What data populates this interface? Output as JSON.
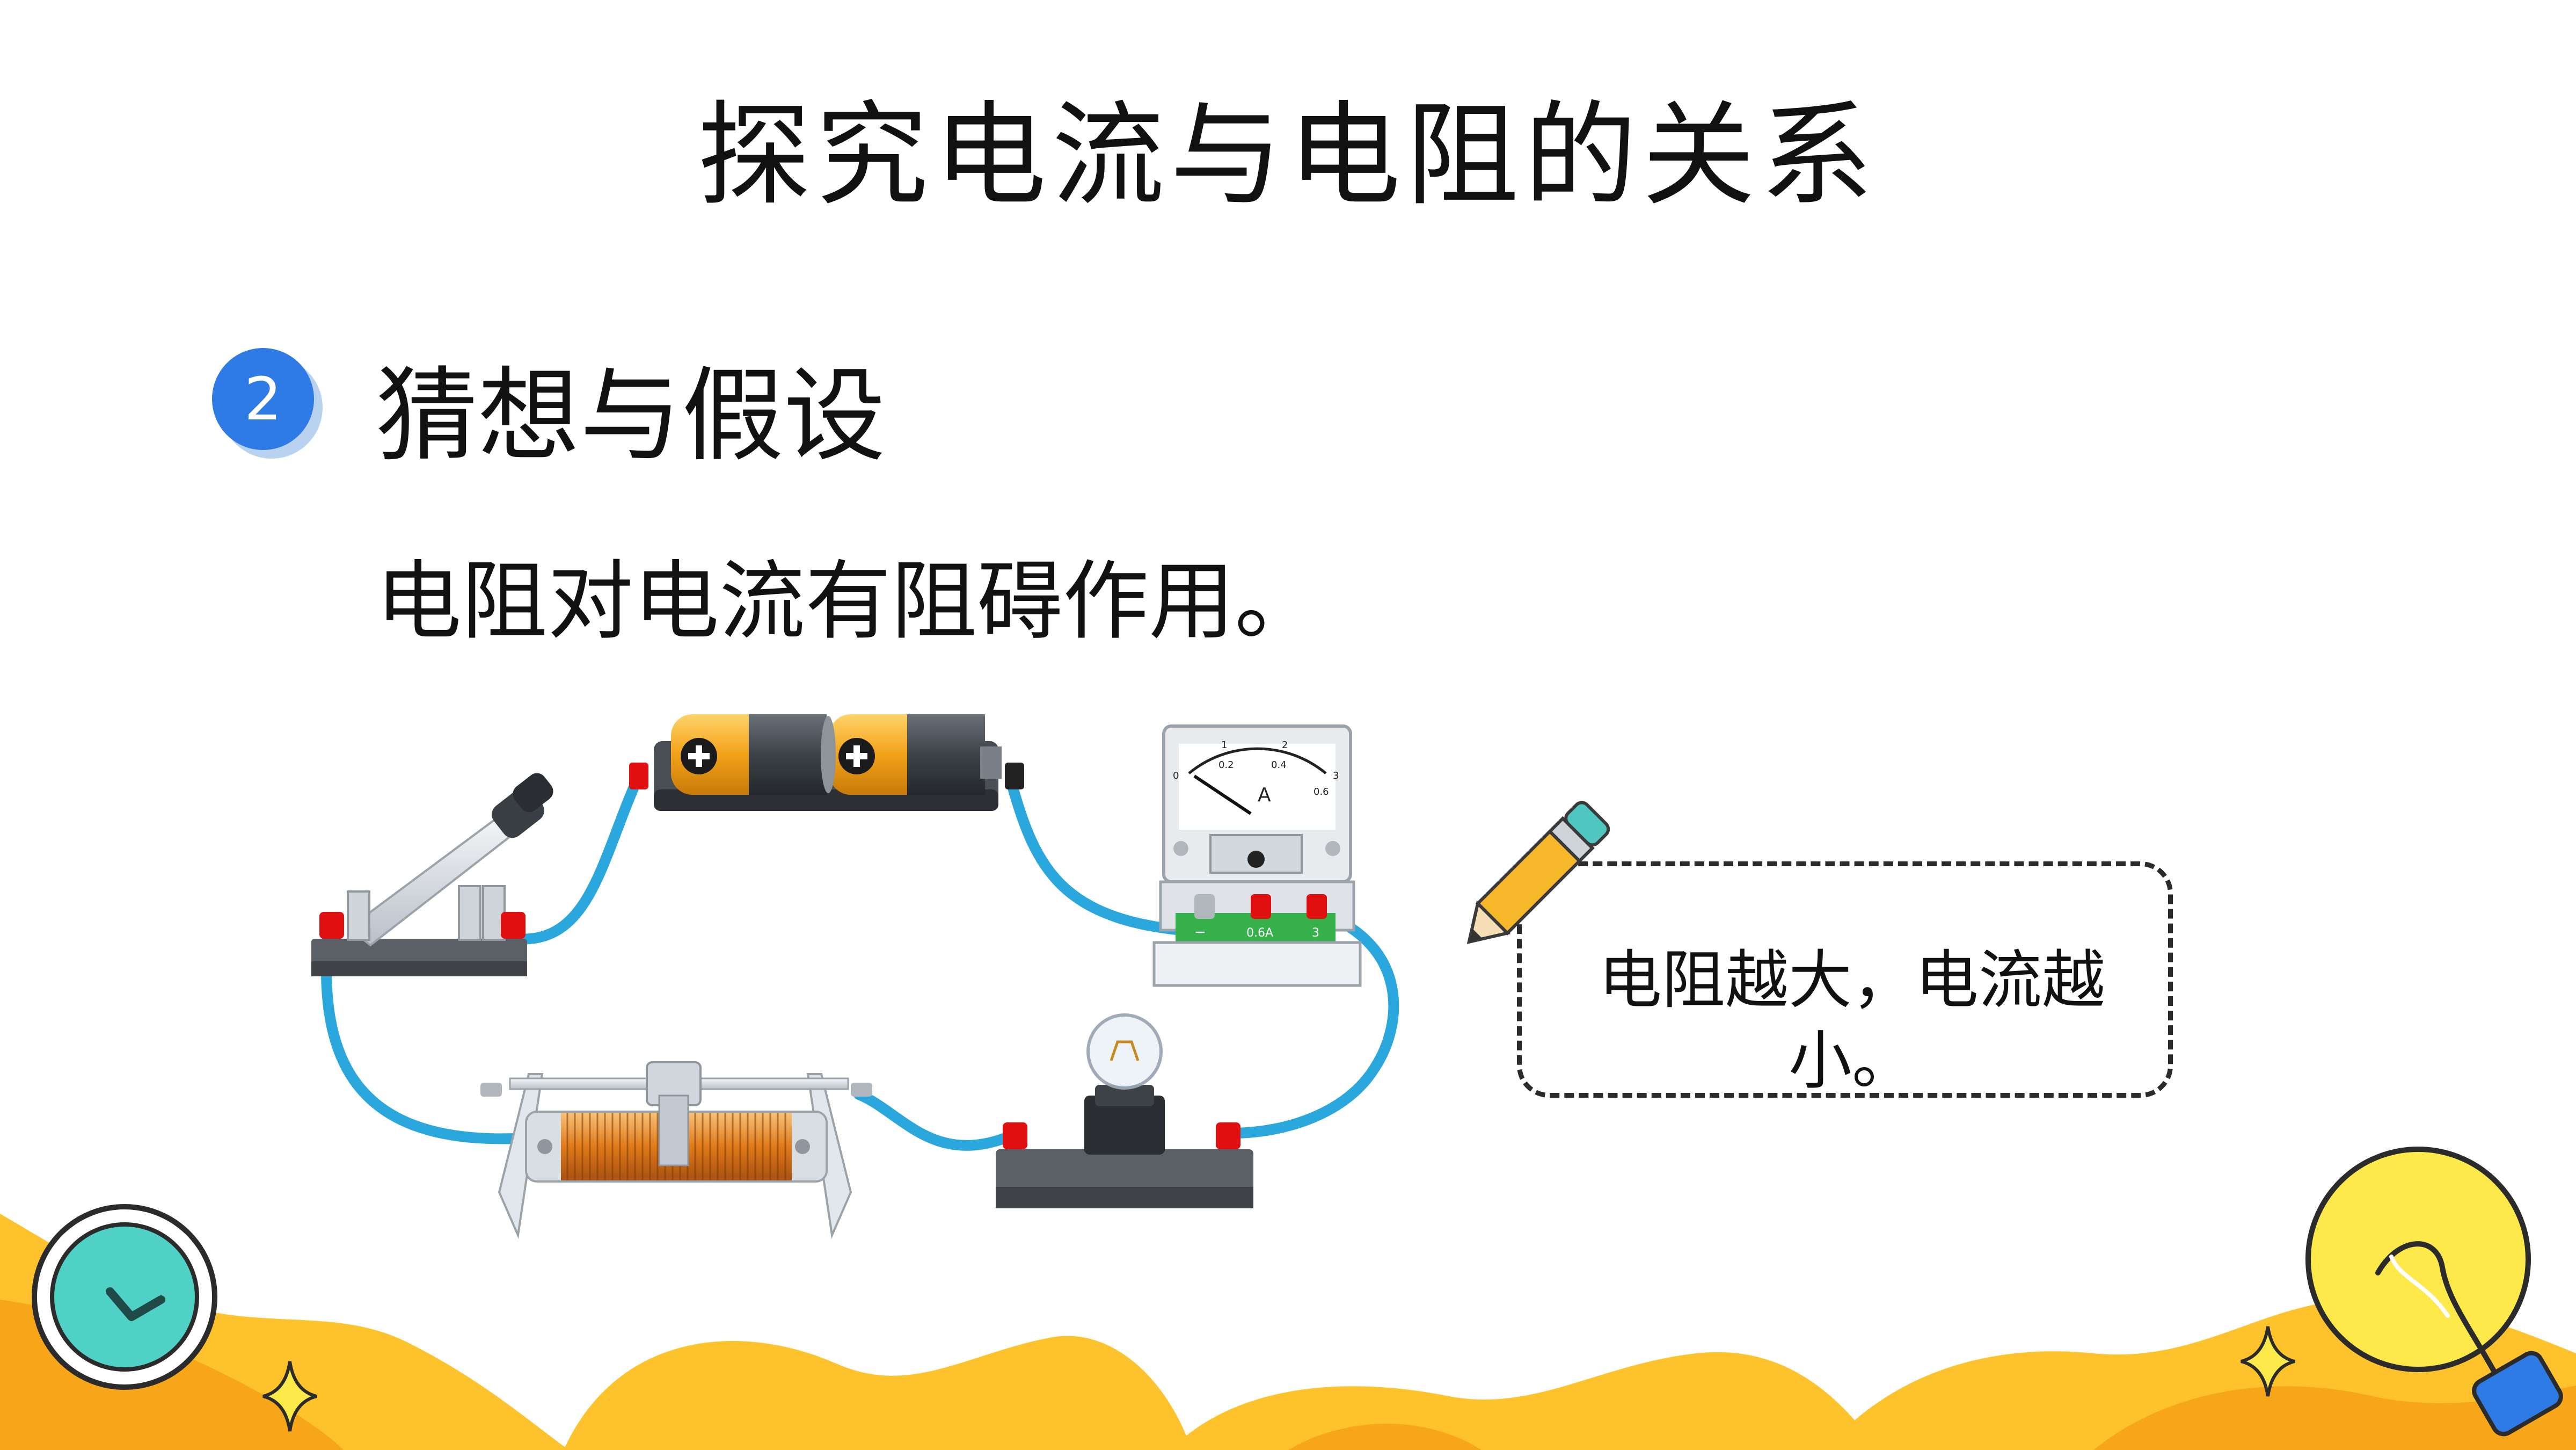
{
  "slide": {
    "title": "探究电流与电阻的关系",
    "step_number": "2",
    "section_title": "猜想与假设",
    "statement": "电阻对电流有阻碍作用。",
    "hypothesis_note": "电阻越大，电流越小。"
  },
  "ammeter": {
    "unit_label": "A",
    "scale_top": [
      "0",
      "1",
      "2",
      "3"
    ],
    "scale_bottom": [
      "0.2",
      "0.4",
      "0.6"
    ],
    "terminal_labels": [
      "−",
      "0.6A",
      "3"
    ]
  },
  "icons": [
    "battery-icon",
    "switch-icon",
    "ammeter-icon",
    "light-bulb-icon",
    "rheostat-icon",
    "pencil-icon",
    "clock-icon",
    "sparkle-icon"
  ],
  "colors": {
    "accent_blue": "#2f7be6",
    "wire_blue": "#2aa7dc",
    "terminal_red": "#e01010",
    "battery_orange": "#f2a21a",
    "wave_yellow": "#fdc22c",
    "clock_teal": "#4fd1c5"
  }
}
